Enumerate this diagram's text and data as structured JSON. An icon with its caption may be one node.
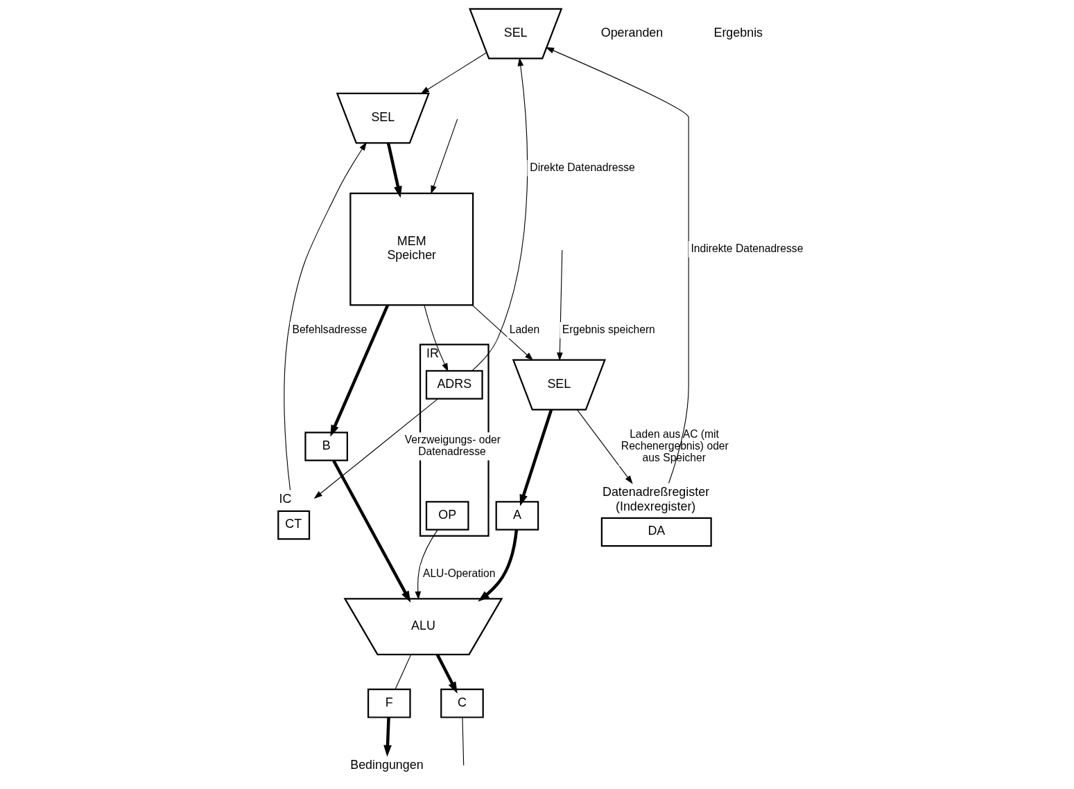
{
  "diagram": {
    "nodes": [
      {
        "text": [
          "SEL"
        ]
      },
      {
        "text": [
          "SEL"
        ]
      },
      {
        "text": [
          "MEM",
          "Speicher"
        ]
      },
      {
        "text": [
          "SEL"
        ]
      },
      {
        "text": [
          "DA"
        ],
        "beside": [
          "Datenadreßregister (Indexregister)"
        ]
      },
      {
        "text": [
          "CT"
        ],
        "beside": [
          "IC"
        ]
      },
      {
        "text": [
          "IR"
        ]
      },
      {
        "text": [
          "OP"
        ],
        "in": 6
      },
      {
        "text": [
          "ADRS"
        ],
        "in": 6
      },
      {
        "text": [
          "A"
        ]
      },
      {
        "text": [
          "B"
        ]
      },
      {
        "text": [
          "ALU"
        ]
      },
      {
        "text": [
          "F"
        ]
      },
      {
        "text": [
          "C"
        ]
      },
      {
        "text": [
          "Bedingungen"
        ]
      }
    ],
    "edges": [
      {
        "from": 8,
        "to": 0,
        "arrow": "to",
        "label": "Direkte Datenadresse"
      },
      {
        "from": 4,
        "to": 0,
        "arrow": "to",
        "label": "Indirekte Datenadresse"
      },
      {
        "from": 0,
        "to": 1,
        "arrow": "to"
      },
      {
        "from": 5,
        "to": 1,
        "arrow": "to",
        "label": "Befehlsadresse"
      },
      {
        "from": 1,
        "to": 2,
        "arrow": "to",
        "style": "thick"
      },
      {
        "from": null,
        "to": 2,
        "arrow": "to"
      },
      {
        "from": 2,
        "to": 3,
        "arrow": "to",
        "label": "Laden"
      },
      {
        "from": 2,
        "to": 8,
        "arrow": "to"
      },
      {
        "from": 2,
        "to": 10,
        "arrow": "to",
        "style": "thick"
      },
      {
        "from": null,
        "to": 3,
        "arrow": "to",
        "label": "Ergebnis speichern"
      },
      {
        "from": 3,
        "to": 4,
        "arrow": "to",
        "label": "Laden aus AC (mit Rechenergebnis) oder aus Speicher"
      },
      {
        "from": 3,
        "to": 9,
        "arrow": "to",
        "style": "thick"
      },
      {
        "from": 8,
        "to": 5,
        "arrow": "to",
        "label": "Verzweigungs- oder Datenadresse"
      },
      {
        "from": 9,
        "to": 11,
        "arrow": "to",
        "style": "thick"
      },
      {
        "from": 10,
        "to": 11,
        "arrow": "to",
        "style": "thick"
      },
      {
        "from": 7,
        "to": 11,
        "arrow": "to",
        "label": "ALU-Operation"
      },
      {
        "from": 11,
        "to": 12,
        "arrow": "none"
      },
      {
        "from": 11,
        "to": 13,
        "arrow": "to",
        "style": "thick"
      },
      {
        "from": 12,
        "to": 14,
        "arrow": "to",
        "style": "thick"
      },
      {
        "from": 13,
        "to": null,
        "arrow": "none"
      }
    ],
    "labels": [
      "Operanden",
      "Ergebnis"
    ]
  }
}
